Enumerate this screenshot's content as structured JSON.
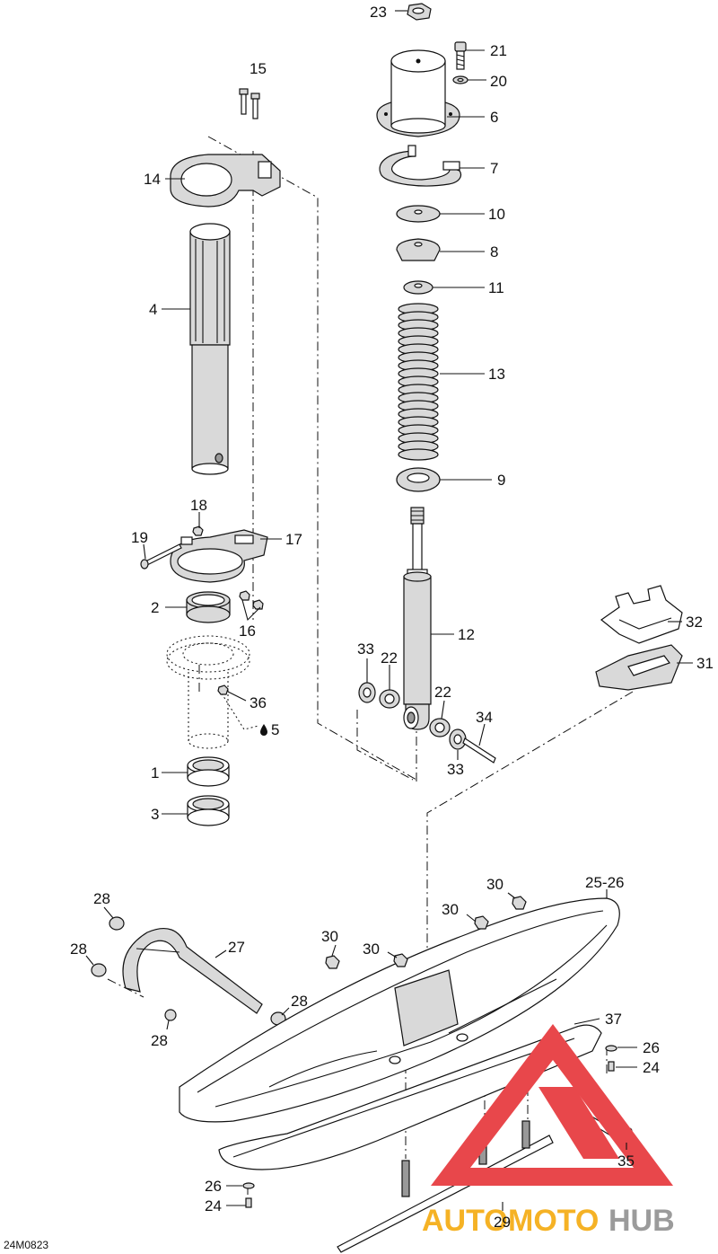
{
  "diagram": {
    "code": "24M0823",
    "watermark": {
      "part1": "AUTO",
      "part2": "MOTO",
      "part3": "HUB"
    },
    "callouts": {
      "c23": "23",
      "c21": "21",
      "c20": "20",
      "c6": "6",
      "c7": "7",
      "c10": "10",
      "c8": "8",
      "c11": "11",
      "c13": "13",
      "c9": "9",
      "c12": "12",
      "c15": "15",
      "c14": "14",
      "c4": "4",
      "c18": "18",
      "c19": "19",
      "c17": "17",
      "c2": "2",
      "c16": "16",
      "c36": "36",
      "c5": "5",
      "c1": "1",
      "c3": "3",
      "c33a": "33",
      "c22a": "22",
      "c22b": "22",
      "c34": "34",
      "c33b": "33",
      "c32": "32",
      "c31": "31",
      "c25_26": "25-26",
      "c30a": "30",
      "c30b": "30",
      "c30c": "30",
      "c30d": "30",
      "c28a": "28",
      "c28b": "28",
      "c28c": "28",
      "c28d": "28",
      "c27": "27",
      "c37": "37",
      "c26a": "26",
      "c24a": "24",
      "c35": "35",
      "c26b": "26",
      "c24b": "24",
      "c29": "29"
    }
  }
}
